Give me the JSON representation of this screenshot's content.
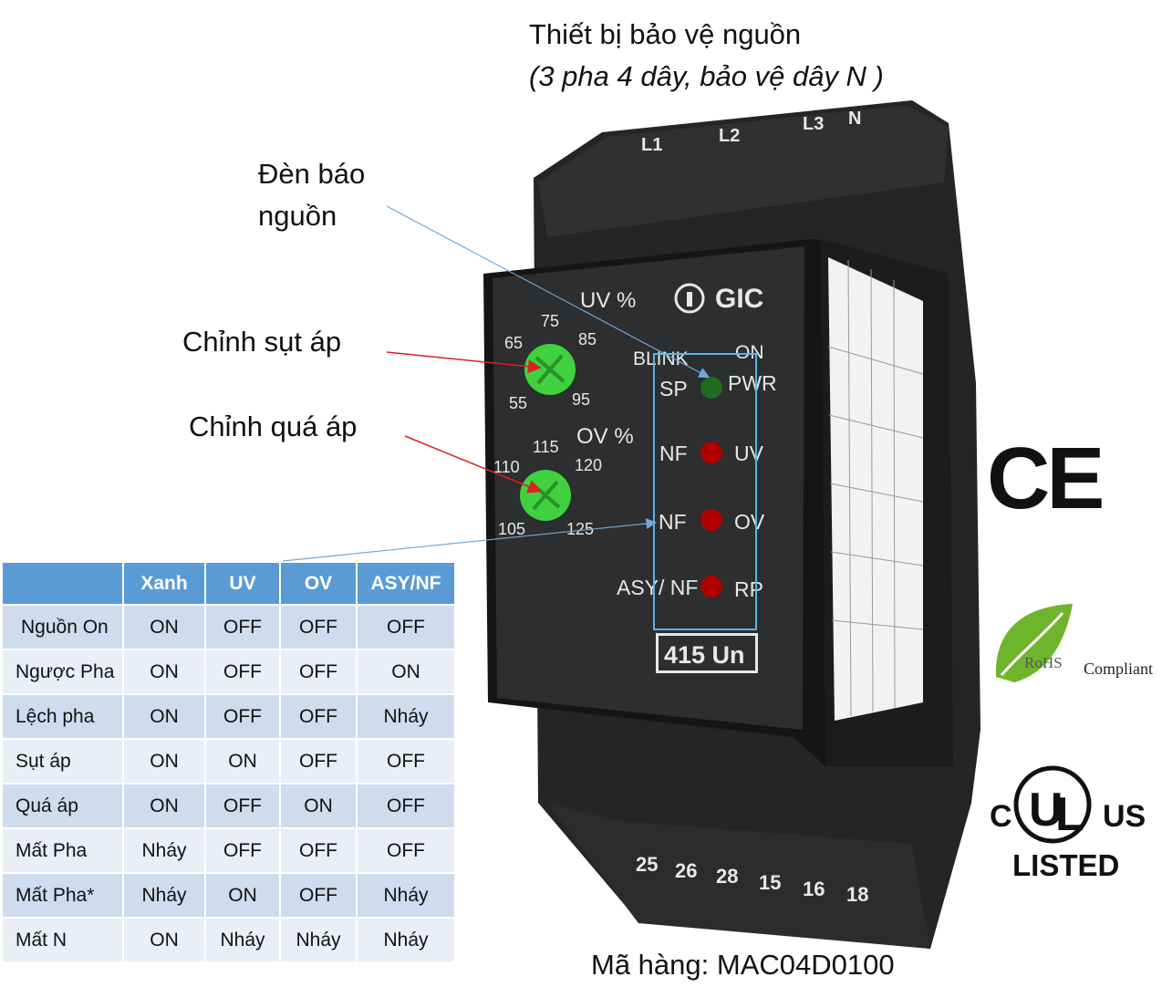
{
  "title_line1": "Thiết bị bảo vệ nguồn",
  "title_line2": "(3 pha 4 dây, bảo vệ dây N )",
  "callouts": {
    "power_led": [
      "Đèn báo",
      "nguồn"
    ],
    "undervoltage_adjust": "Chỉnh sụt áp",
    "overvoltage_adjust": "Chỉnh quá áp"
  },
  "product_code": "Mã hàng: MAC04D0100",
  "device": {
    "brand": "GIC",
    "model": "415 Un",
    "terminals_top": [
      "L1",
      "L2",
      "L3",
      "N"
    ],
    "terminals_bottom": [
      "25",
      "26",
      "28",
      "15",
      "16",
      "18"
    ],
    "uv_label": "UV %",
    "uv_scale": [
      "55",
      "65",
      "75",
      "85",
      "95"
    ],
    "ov_label": "OV %",
    "ov_scale": [
      "105",
      "110",
      "115",
      "120",
      "125"
    ],
    "blink_label": "BLINK",
    "on_label": "ON",
    "led_rows": [
      {
        "left": "SP",
        "right": "PWR",
        "color": "#1f6b1f"
      },
      {
        "left": "NF",
        "right": "UV",
        "color": "#b20000"
      },
      {
        "left": "NF",
        "right": "OV",
        "color": "#b20000"
      },
      {
        "left": "ASY/ NF",
        "right": "RP",
        "color": "#b20000"
      }
    ]
  },
  "table": {
    "headers": [
      "",
      "Xanh",
      "UV",
      "OV",
      "ASY/NF"
    ],
    "rows": [
      [
        "Nguồn On",
        "ON",
        "OFF",
        "OFF",
        "OFF"
      ],
      [
        "Ngược Pha",
        "ON",
        "OFF",
        "OFF",
        "ON"
      ],
      [
        "Lệch pha",
        "ON",
        "OFF",
        "OFF",
        "Nháy"
      ],
      [
        "Sụt áp",
        "ON",
        "ON",
        "OFF",
        "OFF"
      ],
      [
        "Quá áp",
        "ON",
        "OFF",
        "ON",
        "OFF"
      ],
      [
        "Mất Pha",
        "Nháy",
        "OFF",
        "OFF",
        "OFF"
      ],
      [
        "Mất Pha*",
        "Nháy",
        "ON",
        "OFF",
        "Nháy"
      ],
      [
        "Mất N",
        "ON",
        "Nháy",
        "Nháy",
        "Nháy"
      ]
    ]
  },
  "certifications": {
    "ce": "CE",
    "rohs": "RoHS",
    "rohs_compliant": "Compliant",
    "ul_c": "C",
    "ul_us": "US",
    "ul_listed": "LISTED"
  },
  "colors": {
    "table_header": "#5b9bd5",
    "table_row_dark": "#cfdcee",
    "table_row_light": "#e9eef7",
    "device_body": "#2b2d2e",
    "knob": "#3fd13f",
    "highlight_box": "#5ab3e6",
    "arrow_red": "#e02020",
    "arrow_blue": "#6fa8dc"
  }
}
